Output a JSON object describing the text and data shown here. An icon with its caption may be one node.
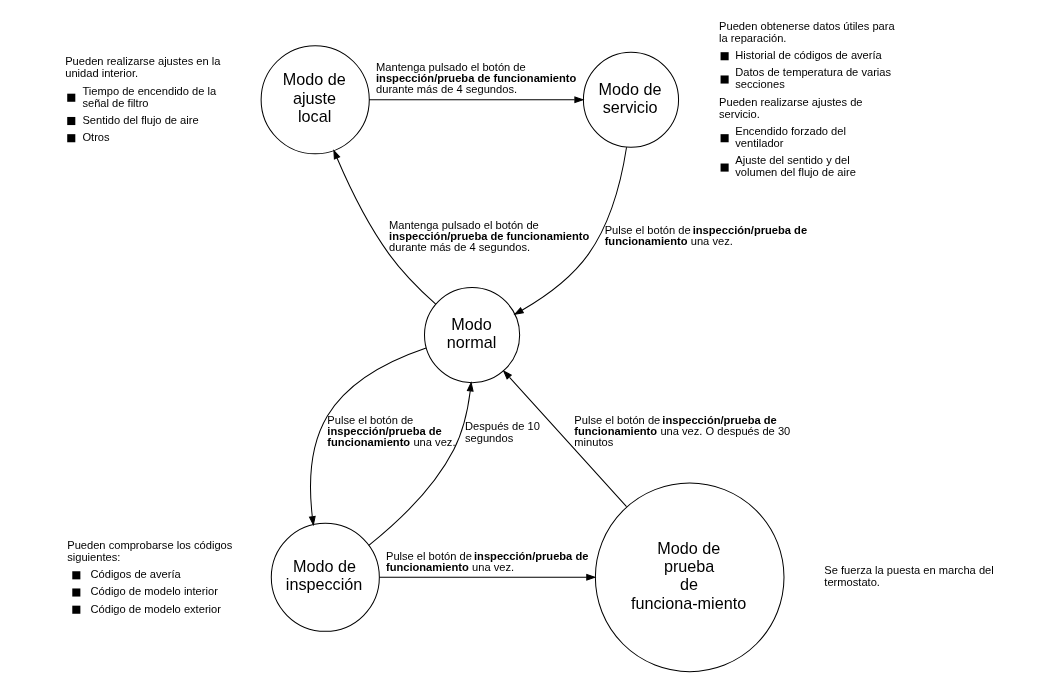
{
  "diagram": {
    "nodes": [
      {
        "text": [
          "Modo de ajuste local"
        ],
        "beside": [
          "Pueden realizarse ajustes en la unidad interior.",
          "Tiempo de encendido de la señal de filtro",
          "Sentido del flujo de aire",
          "Otros"
        ]
      },
      {
        "text": [
          "Modo de servicio"
        ],
        "beside": [
          "Pueden obtenerse datos útiles para la reparación.",
          "Historial de códigos de avería",
          "Datos de temperatura de varias secciones",
          "Pueden realizarse ajustes de servicio.",
          "Encendido forzado del ventilador",
          "Ajuste del sentido y del volumen del flujo de aire"
        ]
      },
      {
        "text": [
          "Modo normal"
        ]
      },
      {
        "text": [
          "Modo de inspección"
        ],
        "beside": [
          "Pueden comprobarse los códigos siguientes:",
          "Códigos de avería",
          "Código de modelo interior",
          "Código de modelo exterior"
        ]
      },
      {
        "text": [
          "Modo de prueba de funciona-miento"
        ],
        "beside": [
          "Se fuerza la puesta en marcha del termostato."
        ]
      }
    ],
    "edges": [
      {
        "from": 0,
        "to": 1,
        "arrow": "to",
        "label": "Mantenga pulsado el botón de **inspección/prueba de funcionamiento** durante más de 4 segundos."
      },
      {
        "from": 1,
        "to": 2,
        "arrow": "to",
        "label": "Pulse el botón de **inspección/prueba de funcionamiento** una vez."
      },
      {
        "from": 2,
        "to": 0,
        "arrow": "to",
        "label": "Mantenga pulsado el botón de **inspección/prueba de funcionamiento** durante más de 4 segundos."
      },
      {
        "from": 2,
        "to": 3,
        "arrow": "to",
        "label": "Pulse el botón de **inspección/prueba de funcionamiento** una vez."
      },
      {
        "from": 3,
        "to": 2,
        "arrow": "to",
        "label": "Después de 10 segundos"
      },
      {
        "from": 4,
        "to": 2,
        "arrow": "to",
        "label": "Pulse el botón de **inspección/prueba de funcionamiento** una vez. O después de 30 minutos"
      },
      {
        "from": 3,
        "to": 4,
        "arrow": "to",
        "label": "Pulse el botón de **inspección/prueba de funcionamiento** una vez."
      }
    ]
  }
}
